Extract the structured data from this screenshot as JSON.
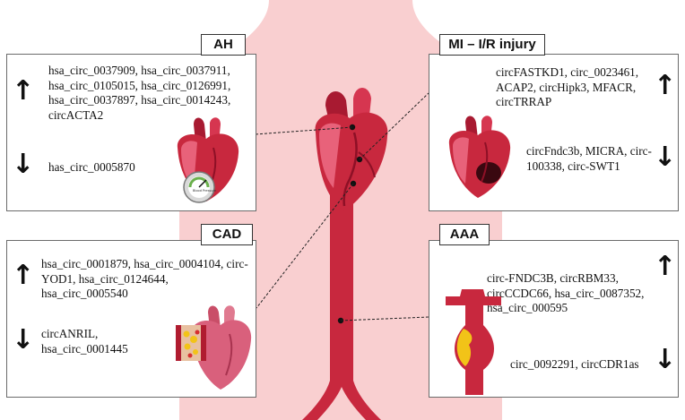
{
  "panels": {
    "ah": {
      "title": "AH",
      "up_text": "hsa_circ_0037909, hsa_circ_0037911, hsa_circ_0105015, hsa_circ_0126991, hsa_circ_0037897, hsa_circ_0014243, circACTA2",
      "down_text": "has_circ_0005870",
      "gauge_label": "Blood Pressure"
    },
    "mi": {
      "title": "MI – I/R injury",
      "up_text": "circFASTKD1, circ_0023461, ACAP2, circHipk3, MFACR, circTRRAP",
      "down_text": "circFndc3b, MICRA, circ-100338, circ-SWT1"
    },
    "cad": {
      "title": "CAD",
      "up_text": "hsa_circ_0001879, hsa_circ_0004104, circ-YOD1, hsa_circ_0124644, hsa_circ_0005540",
      "down_text": "circANRIL, hsa_circ_0001445"
    },
    "aaa": {
      "title": "AAA",
      "up_text": "circ-FNDC3B, circRBM33, circCCDC66, hsa_circ_0087352, hsa_circ_000595",
      "down_text": "circ_0092291, circCDR1as"
    }
  },
  "arrows": {
    "up": "↑",
    "down": "↓"
  },
  "colors": {
    "body_silhouette": "#f9cfd0",
    "heart_main": "#c8283e",
    "heart_dark": "#8e1026",
    "heart_light": "#e8627a",
    "aorta": "#c8283e",
    "infarct": "#3a0810",
    "plaque": "#f2c318"
  }
}
